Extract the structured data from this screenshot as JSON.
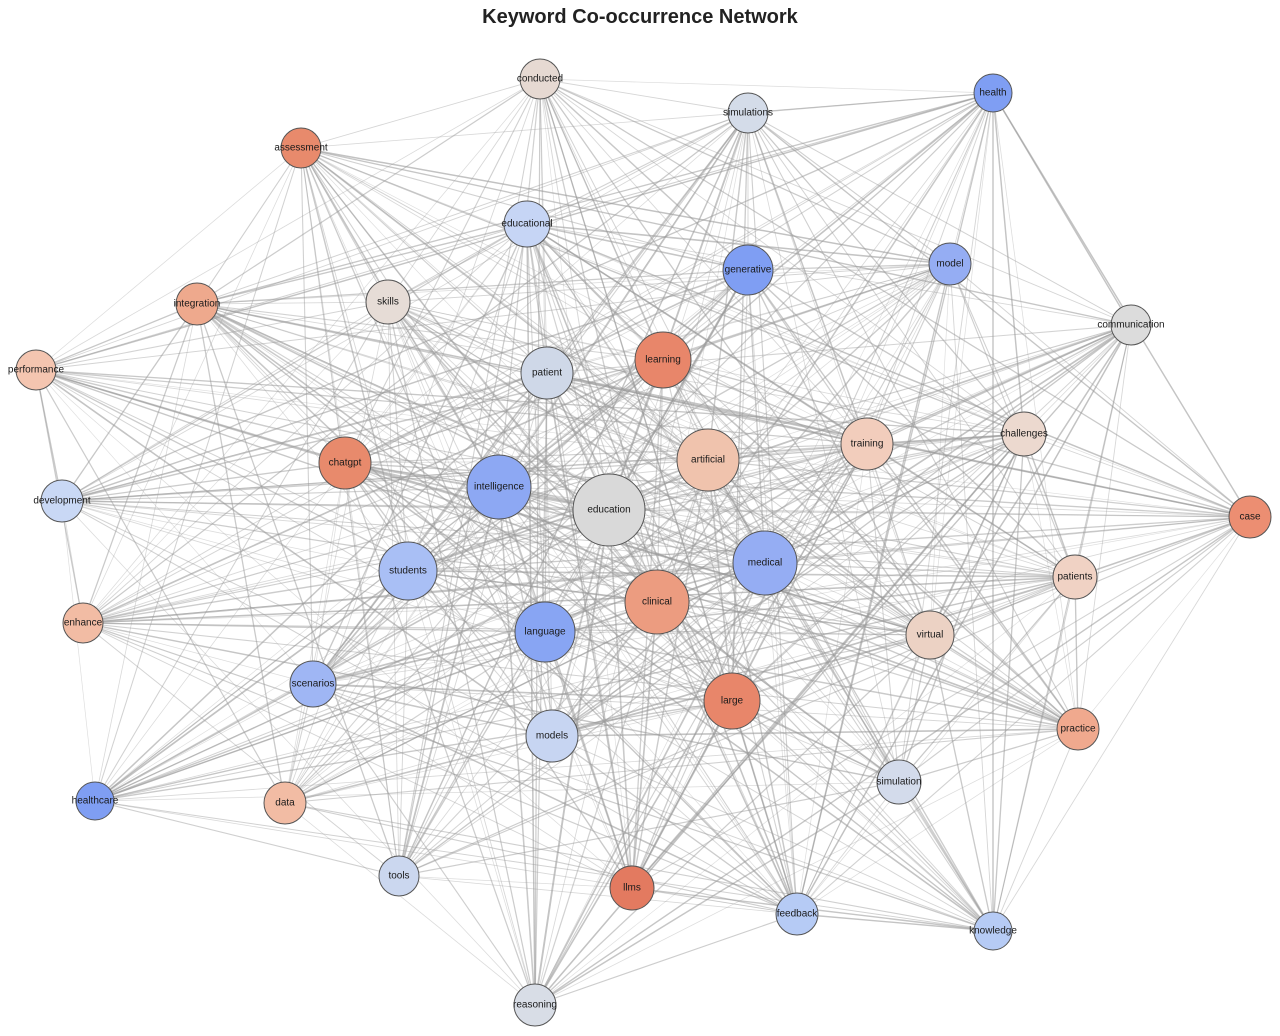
{
  "title": "Keyword Co-occurrence Network",
  "colors": {
    "edge": "#9a9a9a",
    "node_stroke": "#555555"
  },
  "nodes": [
    {
      "label": "conducted",
      "color": "#e6d9d2"
    },
    {
      "label": "simulations",
      "color": "#d4dce9"
    },
    {
      "label": "health",
      "color": "#7f9ef3"
    },
    {
      "label": "assessment",
      "color": "#e88a6c"
    },
    {
      "label": "educational",
      "color": "#c6d5f5"
    },
    {
      "label": "generative",
      "color": "#7f9ef3"
    },
    {
      "label": "model",
      "color": "#95adf3"
    },
    {
      "label": "integration",
      "color": "#eea98d"
    },
    {
      "label": "skills",
      "color": "#e6dcd6"
    },
    {
      "label": "communication",
      "color": "#dcdcdc"
    },
    {
      "label": "performance",
      "color": "#f4c5b0"
    },
    {
      "label": "patient",
      "color": "#cfd8e8"
    },
    {
      "label": "learning",
      "color": "#e8866a"
    },
    {
      "label": "challenges",
      "color": "#ecd9cf"
    },
    {
      "label": "training",
      "color": "#f2cdbc"
    },
    {
      "label": "chatgpt",
      "color": "#e88a6c"
    },
    {
      "label": "artificial",
      "color": "#f0c3ad"
    },
    {
      "label": "intelligence",
      "color": "#8da8f3"
    },
    {
      "label": "development",
      "color": "#c9d8f5"
    },
    {
      "label": "education",
      "color": "#d9d9d9"
    },
    {
      "label": "case",
      "color": "#ec8e72"
    },
    {
      "label": "medical",
      "color": "#95adf3"
    },
    {
      "label": "students",
      "color": "#a9bff5"
    },
    {
      "label": "patients",
      "color": "#f0d2c4"
    },
    {
      "label": "enhance",
      "color": "#f2bca4"
    },
    {
      "label": "clinical",
      "color": "#ec9c80"
    },
    {
      "label": "virtual",
      "color": "#ecd2c4"
    },
    {
      "label": "language",
      "color": "#88a5f3"
    },
    {
      "label": "scenarios",
      "color": "#9fb6f4"
    },
    {
      "label": "large",
      "color": "#e8866a"
    },
    {
      "label": "practice",
      "color": "#f0a98e"
    },
    {
      "label": "models",
      "color": "#c7d5f2"
    },
    {
      "label": "simulation",
      "color": "#d3dbeb"
    },
    {
      "label": "healthcare",
      "color": "#7f9ef3"
    },
    {
      "label": "data",
      "color": "#f2bca4"
    },
    {
      "label": "tools",
      "color": "#cbd7ef"
    },
    {
      "label": "llms",
      "color": "#e37a60"
    },
    {
      "label": "feedback",
      "color": "#b6cbf5"
    },
    {
      "label": "knowledge",
      "color": "#b6cbf5"
    },
    {
      "label": "reasoning",
      "color": "#d8dde6"
    }
  ]
}
